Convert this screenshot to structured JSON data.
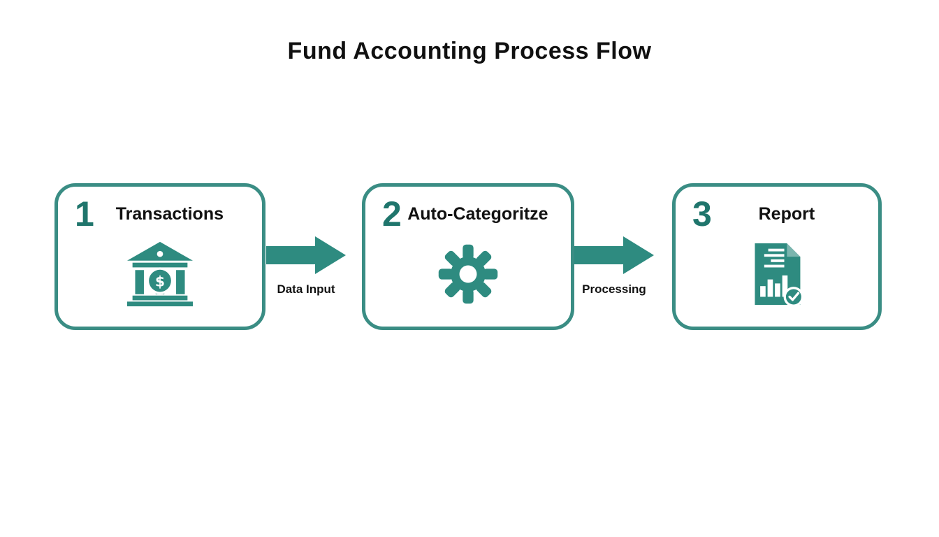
{
  "title": "Fund Accounting Process Flow",
  "colors": {
    "accent": "#2E8B80",
    "border": "#3A8D84",
    "number": "#1F756C",
    "text": "#111111",
    "fold": "#7AB5AE"
  },
  "steps": [
    {
      "number": "1",
      "label": "Transactions",
      "icon": "bank-icon"
    },
    {
      "number": "2",
      "label": "Auto-Categoritze",
      "icon": "gear-icon"
    },
    {
      "number": "3",
      "label": "Report",
      "icon": "report-icon"
    }
  ],
  "connectors": [
    {
      "label": "Data Input"
    },
    {
      "label": "Processing"
    }
  ]
}
